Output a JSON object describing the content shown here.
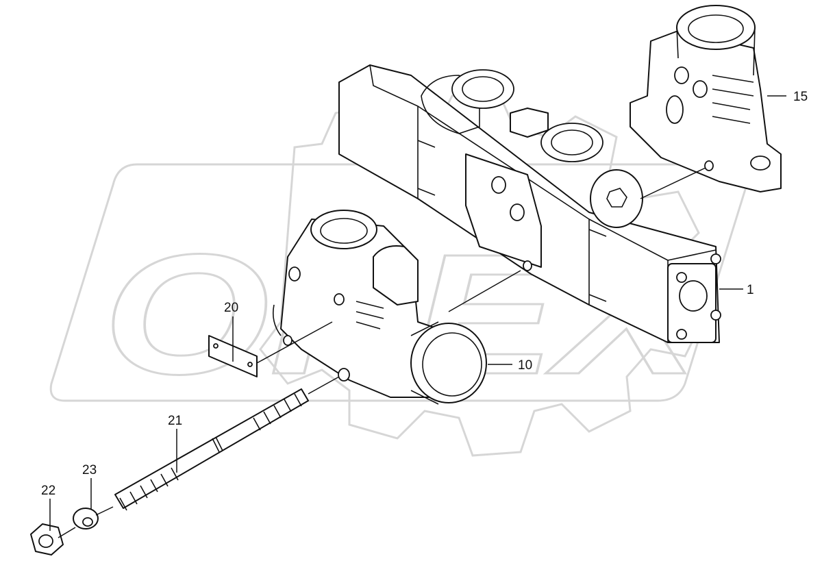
{
  "callouts": {
    "part_1": "1",
    "part_10": "10",
    "part_15": "15",
    "part_20": "20",
    "part_21": "21",
    "part_22": "22",
    "part_23": "23"
  },
  "watermark": "OPEX",
  "colors": {
    "line": "#111111",
    "watermark": "#d6d6d6",
    "background": "#ffffff"
  }
}
